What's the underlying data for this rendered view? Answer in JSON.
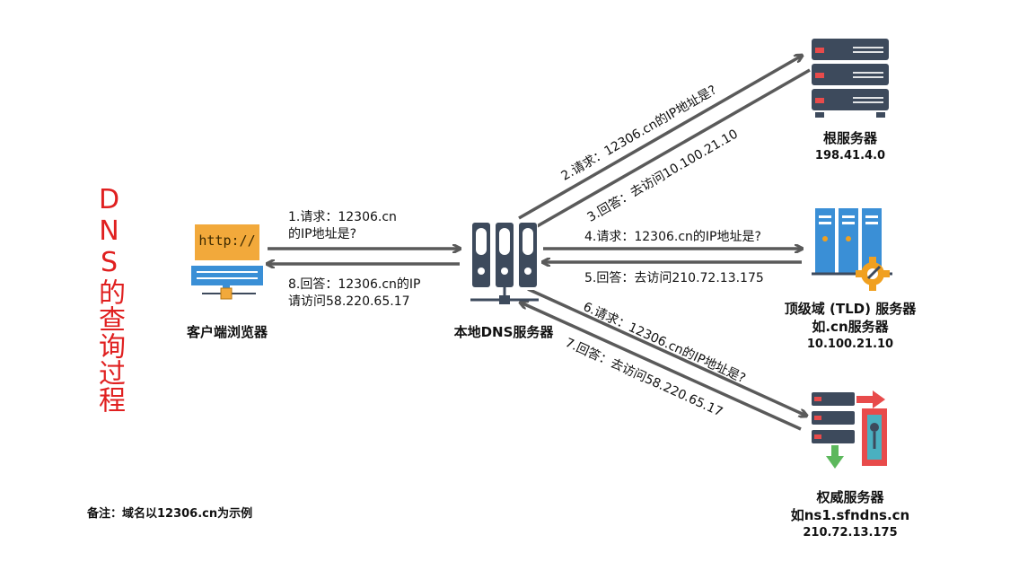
{
  "title": "DNS的查询过程",
  "nodes": {
    "client": {
      "label": "客户端浏览器",
      "screen_text": "http://"
    },
    "local_dns": {
      "label": "本地DNS服务器"
    },
    "root": {
      "name": "根服务器",
      "ip": "198.41.4.0"
    },
    "tld": {
      "name": "顶级域 (TLD) 服务器",
      "example": "如.cn服务器",
      "ip": "10.100.21.10"
    },
    "auth": {
      "name": "权威服务器",
      "example": "如ns1.sfndns.cn",
      "ip": "210.72.13.175"
    }
  },
  "steps": {
    "s1_line1": "1.请求：12306.cn",
    "s1_line2": "的IP地址是?",
    "s8_line1": "8.回答：12306.cn的IP",
    "s8_line2": "请访问58.220.65.17",
    "s2": "2.请求：12306.cn的IP地址是?",
    "s3": "3.回答：去访问10.100.21.10",
    "s4": "4.请求：12306.cn的IP地址是?",
    "s5": "5.回答：去访问210.72.13.175",
    "s6": "6.请求：12306.cn的IP地址是?",
    "s7": "7.回答：去访问58.220.65.17"
  },
  "note": "备注：域名以12306.cn为示例",
  "colors": {
    "arrow": "#5a5a5a",
    "title": "#e02020",
    "server_dark": "#3d4a5c",
    "server_red": "#e84b4b",
    "tld_blue": "#3a8fd6",
    "gear_orange": "#f0a020",
    "client_screen": "#f2a93b",
    "client_keyboard": "#3a8fd6"
  }
}
